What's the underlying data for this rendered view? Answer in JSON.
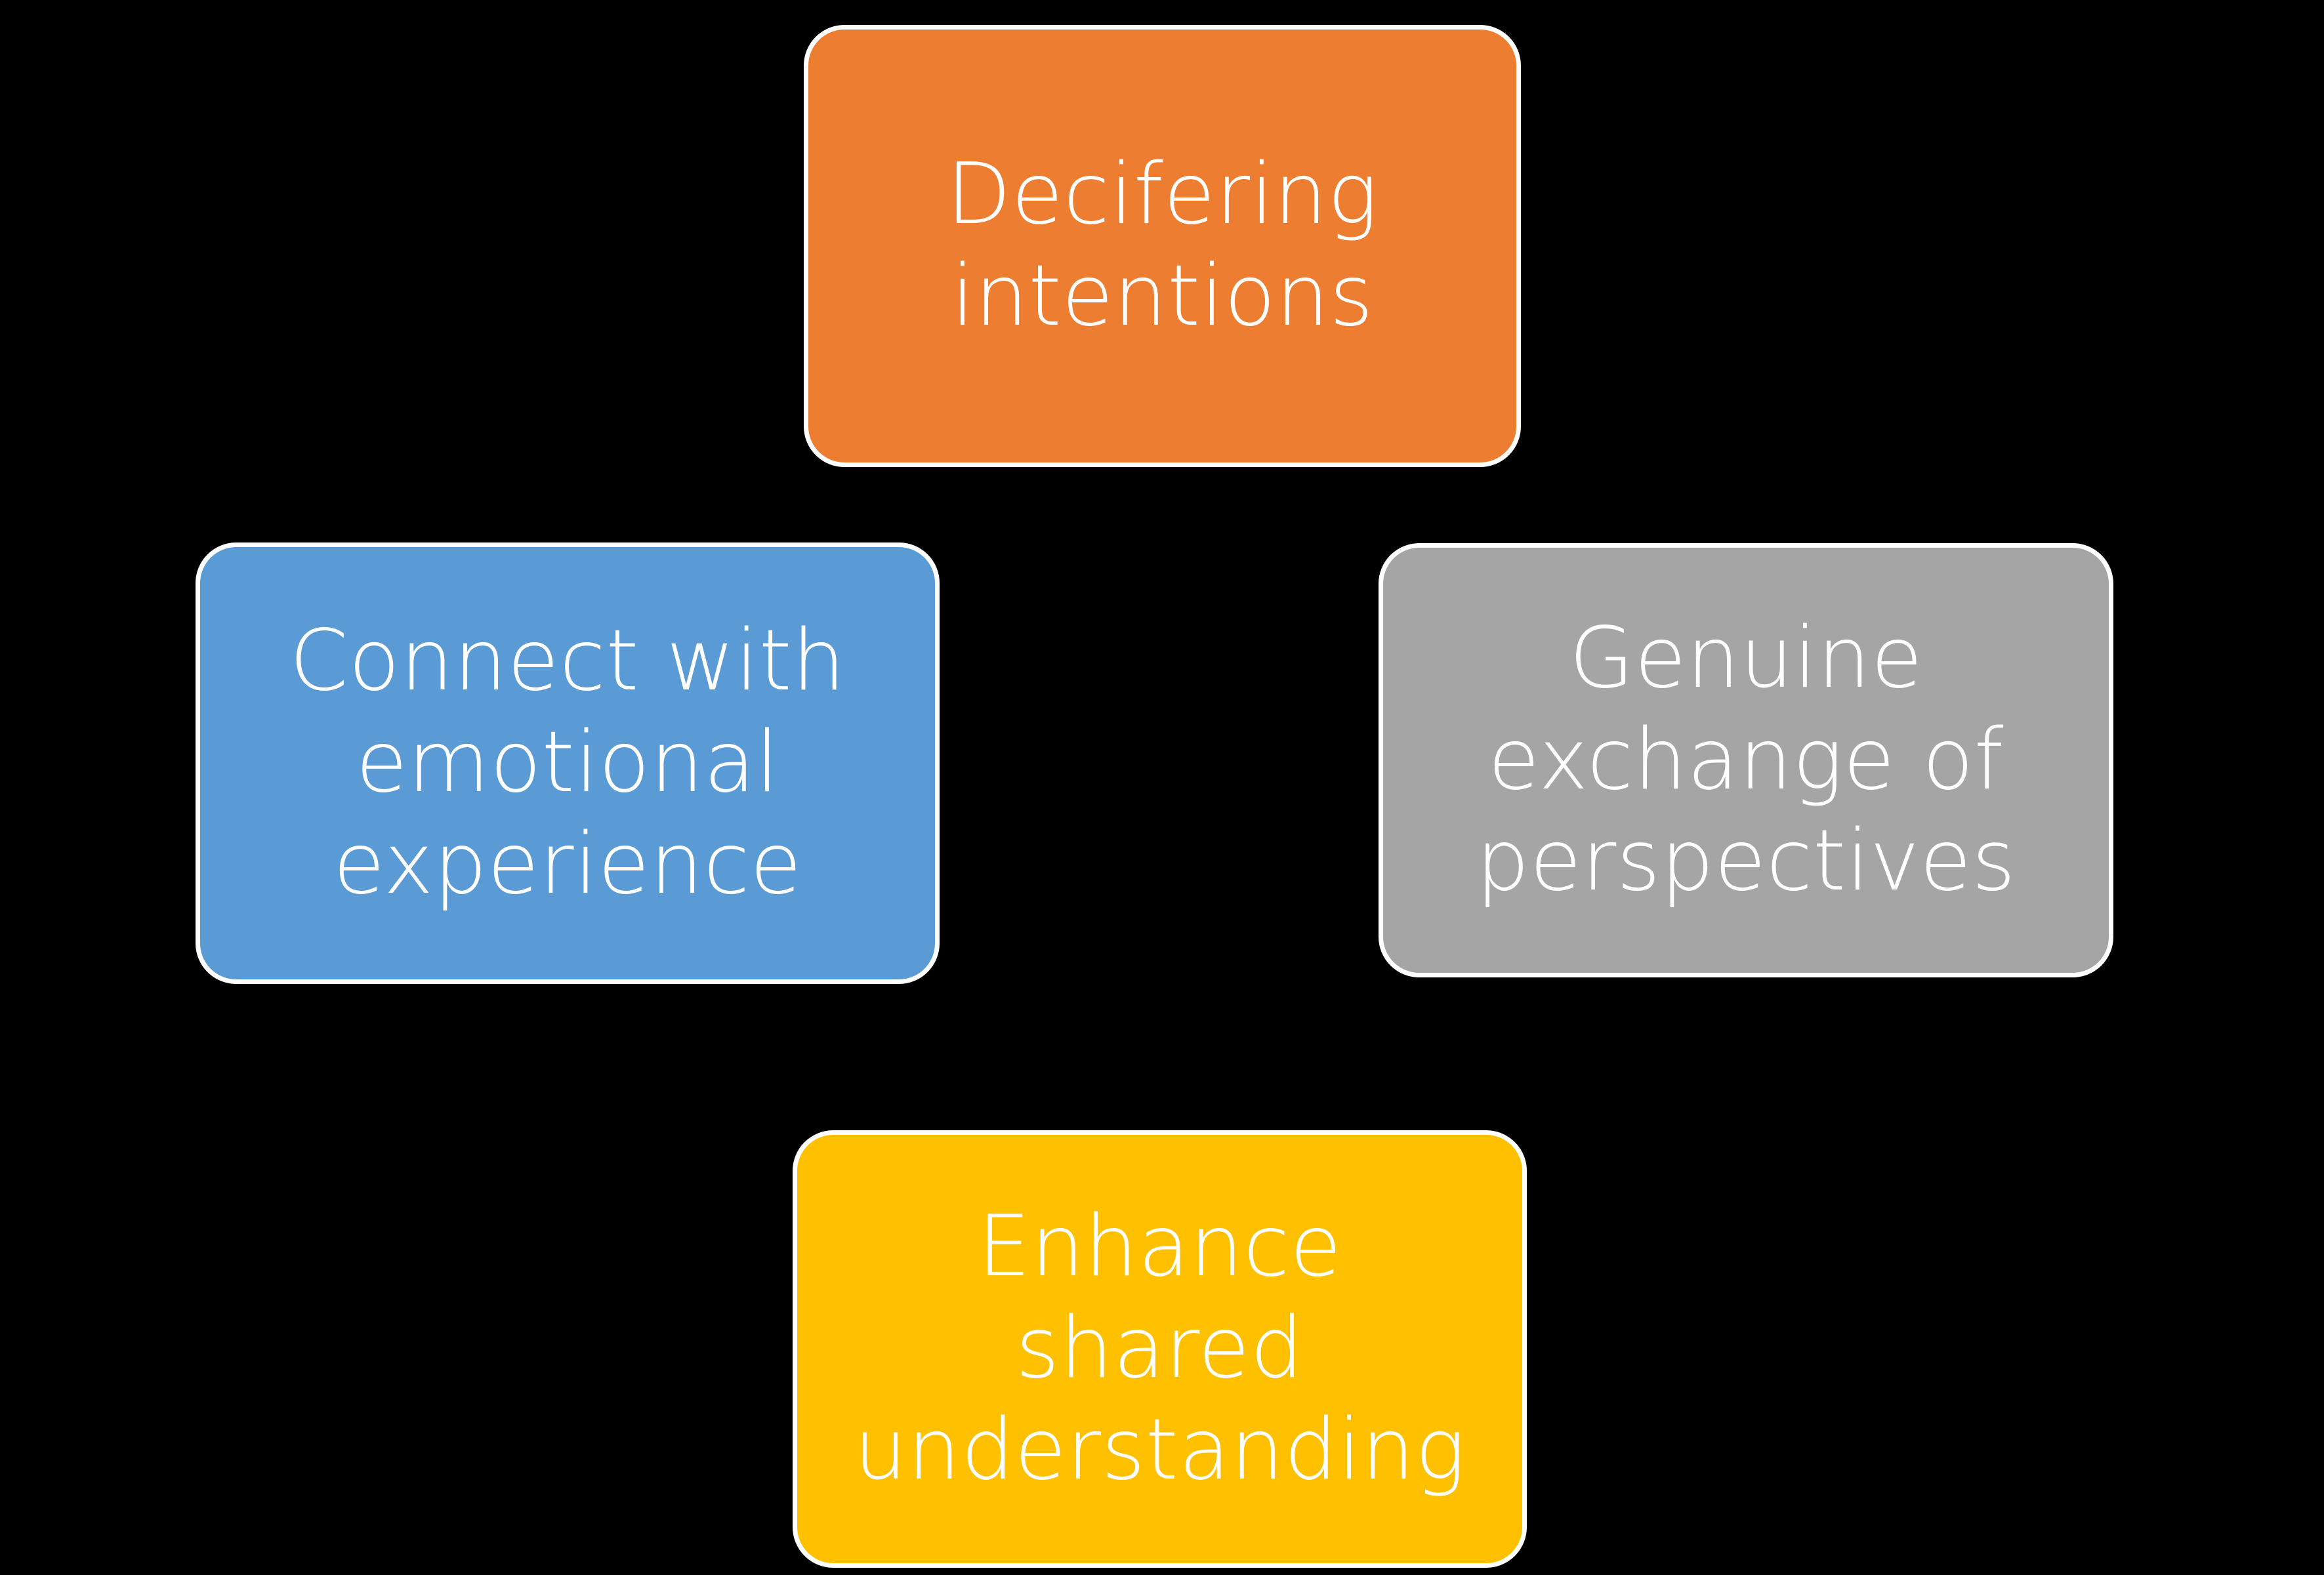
{
  "diagram": {
    "background_color": "#000000",
    "text_color": "#FFFFFF",
    "outline_color": "#FFFFFF",
    "nodes": [
      {
        "id": "top",
        "position": "top",
        "label": "Decifering\nintentions",
        "color": "#ED7D31",
        "color_name": "orange"
      },
      {
        "id": "left",
        "position": "left",
        "label": "Connect with\nemotional\nexperience",
        "color": "#5B9BD5",
        "color_name": "blue"
      },
      {
        "id": "right",
        "position": "right",
        "label": "Genuine\nexchange of\nperspectives",
        "color": "#A5A5A5",
        "color_name": "gray"
      },
      {
        "id": "bottom",
        "position": "bottom",
        "label": "Enhance\nshared\nunderstanding",
        "color": "#FFC000",
        "color_name": "yellow"
      }
    ]
  }
}
